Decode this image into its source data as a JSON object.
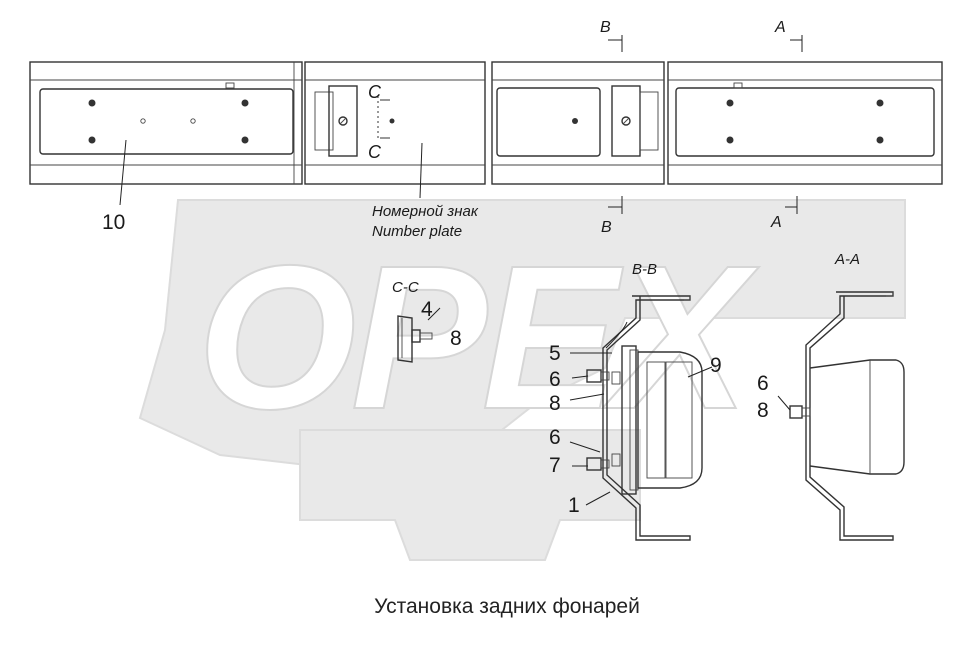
{
  "watermark": "OPEX",
  "section_marks": {
    "b_top": "B",
    "a_top": "A",
    "b_bottom": "B",
    "a_bottom": "A",
    "c_upper": "C",
    "c_lower": "C"
  },
  "plate_label": {
    "ru": "Номерной знак",
    "en": "Number plate"
  },
  "view_titles": {
    "c_c": "C-C",
    "b_b": "B-B",
    "a_a": "A-A"
  },
  "callouts": {
    "n10": "10",
    "n4": "4",
    "n8_cc": "8",
    "n5": "5",
    "n6_a": "6",
    "n8_bb": "8",
    "n9": "9",
    "n6_b": "6",
    "n7": "7",
    "n1": "1",
    "n6_aa": "6",
    "n8_aa": "8"
  },
  "caption": "Установка задних фонарей"
}
